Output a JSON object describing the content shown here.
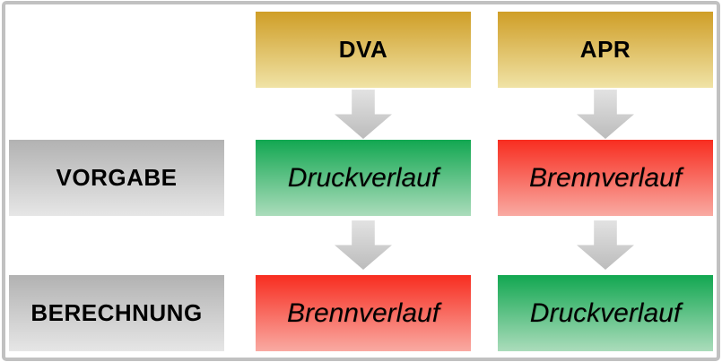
{
  "headers": [
    {
      "id": "dva",
      "label": "DVA"
    },
    {
      "id": "apr",
      "label": "APR"
    }
  ],
  "row_labels": [
    {
      "id": "vorgabe",
      "label": "VORGABE"
    },
    {
      "id": "berechnung",
      "label": "BERECHNUNG"
    }
  ],
  "cells": [
    {
      "row": "vorgabe",
      "col": "dva",
      "label": "Druckverlauf",
      "status_color": "green"
    },
    {
      "row": "vorgabe",
      "col": "apr",
      "label": "Brennverlauf",
      "status_color": "red"
    },
    {
      "row": "berechnung",
      "col": "dva",
      "label": "Brennverlauf",
      "status_color": "red"
    },
    {
      "row": "berechnung",
      "col": "apr",
      "label": "Druckverlauf",
      "status_color": "green"
    }
  ],
  "arrows": [
    {
      "from": "DVA",
      "to": "Druckverlauf (VORGABE)",
      "direction": "down"
    },
    {
      "from": "APR",
      "to": "Brennverlauf (VORGABE)",
      "direction": "down"
    },
    {
      "from": "Druckverlauf (VORGABE)",
      "to": "Brennverlauf (BERECHNUNG)",
      "direction": "down"
    },
    {
      "from": "Brennverlauf (VORGABE)",
      "to": "Druckverlauf (BERECHNUNG)",
      "direction": "down"
    }
  ],
  "colors": {
    "gold_top": "#cf9e27",
    "gold_bottom": "#f0e3a6",
    "green_top": "#12a751",
    "green_bottom": "#abdcbb",
    "red_top": "#f82d20",
    "red_bottom": "#f9aaa2",
    "gray_top": "#b2b2b2",
    "gray_bottom": "#e6e6e6",
    "arrow_top": "#e2e2e2",
    "arrow_bottom": "#bcbcbc",
    "frame_border": "#c1c1c1",
    "text": "#000000"
  }
}
